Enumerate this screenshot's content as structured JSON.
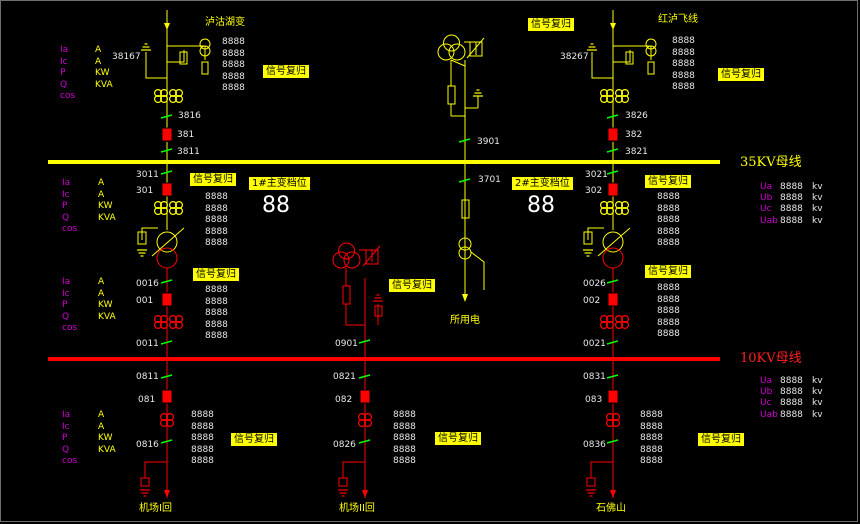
{
  "colors": {
    "bus35": "#ffff00",
    "bus10": "#ff0000",
    "button_bg": "#ffff00",
    "breaker_closed": "#ff0000"
  },
  "bus_labels": {
    "bus35": "35KV母线",
    "bus10": "10KV母线"
  },
  "incoming_left": {
    "name": "泸沽湖变",
    "switch": "38167",
    "ground_switch": "3816",
    "breaker": "381",
    "bus_switch": "3811"
  },
  "incoming_right": {
    "name": "红泸飞线",
    "switch": "38267",
    "ground_switch": "3826",
    "breaker": "382",
    "bus_switch": "3821"
  },
  "center_top": {
    "switch": "3901"
  },
  "center_mid": {
    "switch": "3701",
    "load_label": "所用电"
  },
  "transformer1": {
    "hv_switch": "3011",
    "hv_breaker": "301",
    "tap_label": "1#主变档位",
    "tap_value": "88",
    "lv_switch": "0016",
    "lv_breaker": "001",
    "lv_bus_switch": "0011"
  },
  "transformer2": {
    "hv_switch": "3021",
    "hv_breaker": "302",
    "tap_label": "2#主变档位",
    "tap_value": "88",
    "lv_switch": "0026",
    "lv_breaker": "002",
    "lv_bus_switch": "0021"
  },
  "pt10": {
    "switch": "0901"
  },
  "feeders": [
    {
      "name": "机场I回",
      "switch_top": "0811",
      "breaker": "081",
      "switch_bottom": "0816"
    },
    {
      "name": "机场II回",
      "switch_top": "0821",
      "breaker": "082",
      "switch_bottom": "0826"
    },
    {
      "name": "石佛山",
      "switch_top": "0831",
      "breaker": "083",
      "switch_bottom": "0836"
    }
  ],
  "reset_label": "信号复归",
  "meter_labels": [
    "Ia",
    "Ic",
    "P",
    "Q",
    "cos"
  ],
  "meter_units": [
    "A",
    "A",
    "KW",
    "KVA"
  ],
  "placeholder_value": "8888",
  "bus_voltage": {
    "labels": [
      "Ua",
      "Ub",
      "Uc",
      "Uab"
    ],
    "unit": "kv"
  }
}
